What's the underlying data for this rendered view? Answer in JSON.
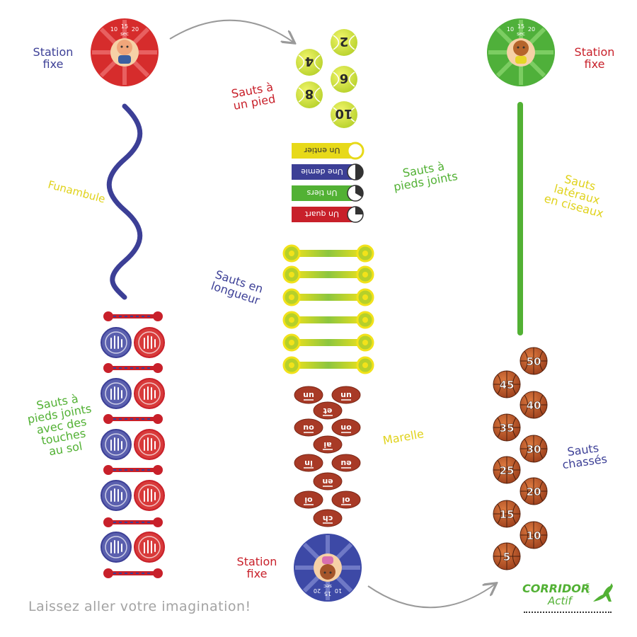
{
  "labels": {
    "station_fixe_1": "Station\nfixe",
    "station_fixe_2": "Station\nfixe",
    "station_fixe_3": "Station\nfixe",
    "funambule": "Funambule",
    "sauts_un_pied": "Sauts à\nun pied",
    "sauts_pieds_joints": "Sauts à\npieds joints",
    "sauts_lateraux": "Sauts\nlatéraux\nen ciseaux",
    "sauts_longueur": "Sauts en\nlongueur",
    "sauts_touches": "Sauts à\npieds joints\navec des\ntouches\nau sol",
    "marelle": "Marelle",
    "sauts_chasses": "Sauts\nchassés"
  },
  "timer": {
    "ticks": [
      "10",
      "15",
      "20"
    ],
    "unit": "sec"
  },
  "one_foot_numbers": [
    "2",
    "4",
    "6",
    "8",
    "10"
  ],
  "fractions": [
    "Un entier",
    "Une demie",
    "Un tiers",
    "Un quart"
  ],
  "marelle_words": [
    "un",
    "un",
    "et",
    "ou",
    "on",
    "ai",
    "in",
    "eu",
    "en",
    "oi",
    "oi",
    "ch"
  ],
  "basketball_numbers": [
    "50",
    "45",
    "40",
    "35",
    "30",
    "25",
    "20",
    "15",
    "10",
    "5"
  ],
  "footer": "Laissez aller votre imagination!",
  "logo": {
    "line1": "CORRIDOR",
    "line2": "Actif",
    "suffix": ".com"
  },
  "colors": {
    "blue": "#3c3f96",
    "red": "#c8202a",
    "green": "#52b134",
    "yellow": "#e5d81c",
    "orange": "#c0572a"
  },
  "icons": [
    "station-fixe-red-icon",
    "station-fixe-green-icon",
    "station-fixe-blue-icon",
    "hand-print-icon",
    "kangaroo-icon",
    "arrow-icon"
  ]
}
